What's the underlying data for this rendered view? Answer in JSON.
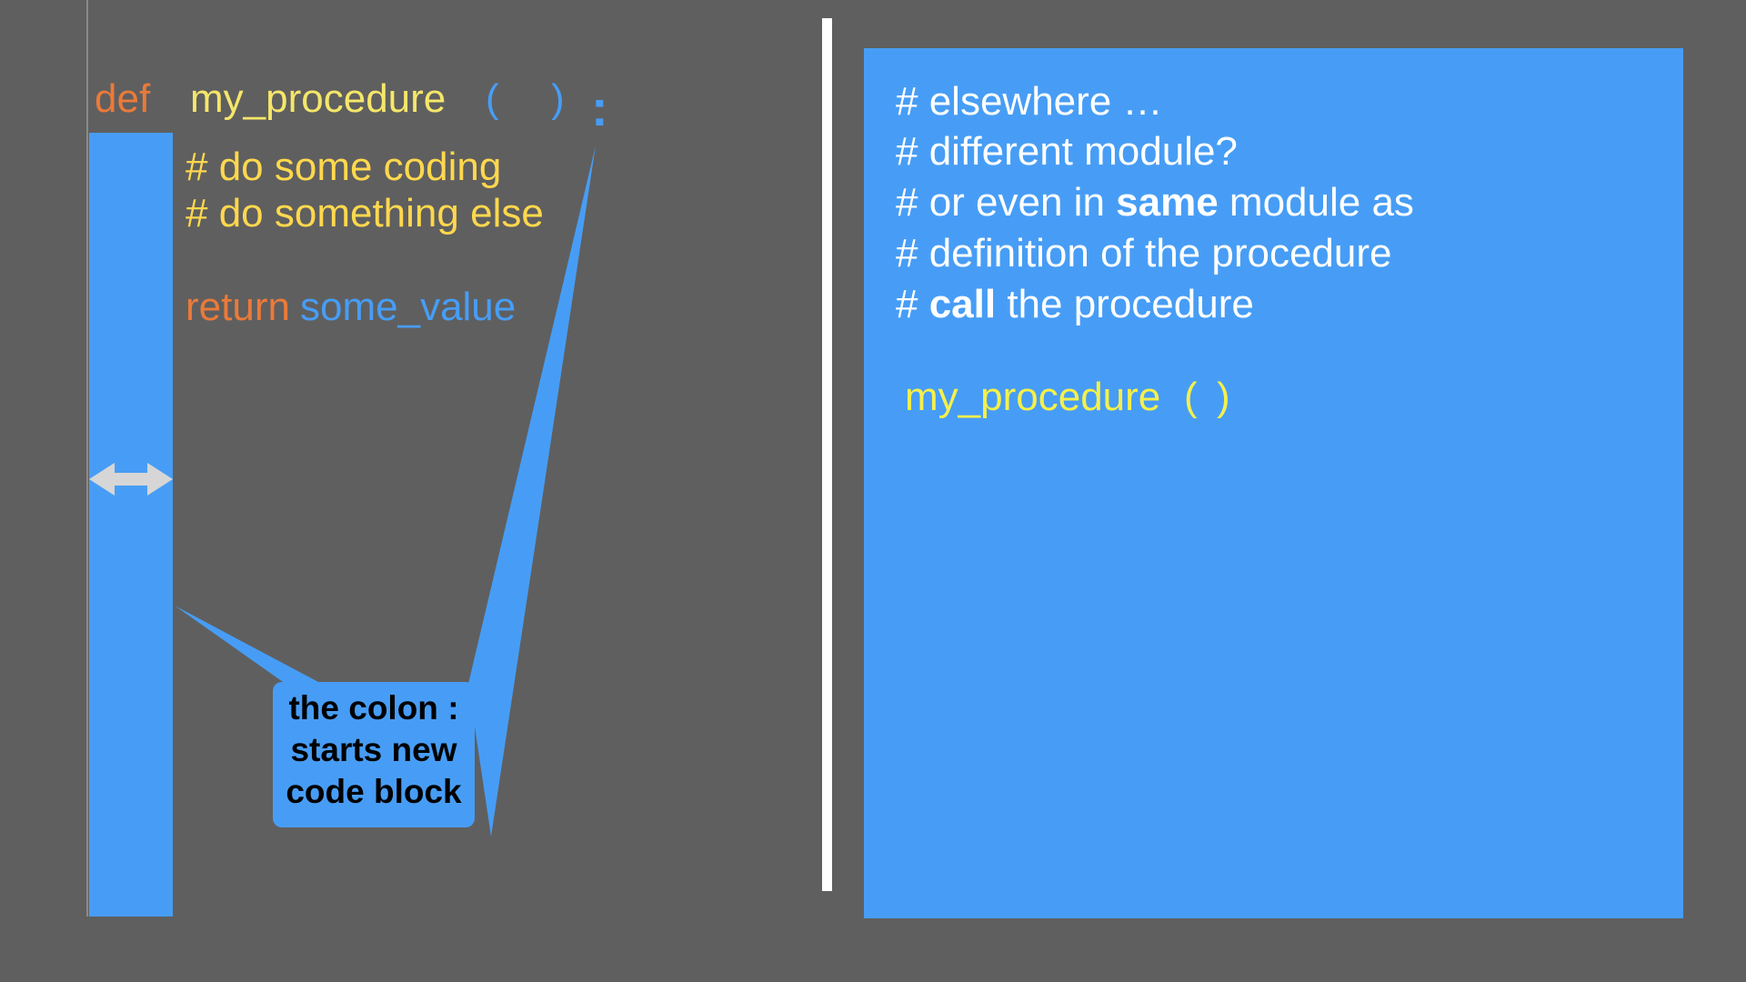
{
  "colors": {
    "background": "#5f5f5f",
    "accent_blue": "#479df5",
    "keyword_orange": "#ea7a3a",
    "function_yellow": "#f5e66a",
    "comment_yellow": "#ffd84d",
    "white": "#ffffff"
  },
  "definition": {
    "keyword": "def",
    "function_name": "my_procedure",
    "paren_open": "(",
    "paren_close": ")",
    "colon": ":",
    "comments": [
      "# do some coding",
      "# do something else"
    ],
    "return_keyword": "return",
    "return_value": "some_value"
  },
  "callout": {
    "lines": [
      "the colon :",
      "starts new",
      "code block"
    ]
  },
  "icons": {
    "indent_arrow": "double-headed-horizontal-arrow"
  },
  "right_panel": {
    "line1": "# elsewhere …",
    "line2": "# different module?",
    "line3_prefix": "# or even in ",
    "line3_bold": "same",
    "line3_suffix": " module as",
    "line4": "# definition of the procedure",
    "line5_prefix": "# ",
    "line5_bold": "call",
    "line5_suffix": " the procedure",
    "call_name": "my_procedure",
    "call_open": "(",
    "call_close": ")"
  }
}
